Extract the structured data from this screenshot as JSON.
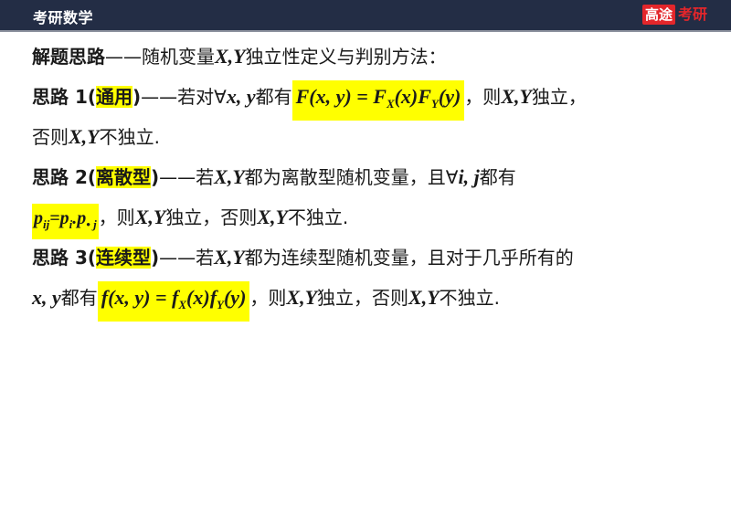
{
  "header": {
    "title": "考研数学",
    "logo_badge": "高途",
    "logo_text": "考研",
    "bg_color": "#232d45",
    "logo_color": "#e3262b"
  },
  "content": {
    "intro": {
      "label": "解题思路",
      "dash": "——",
      "text_pre": "随机变量",
      "vars": "X,Y",
      "text_post": "独立性定义与判别方法："
    },
    "method1": {
      "label": "思路 1(",
      "tag": "通用",
      "close": ")",
      "dash": "——",
      "text1": "若对∀",
      "vars1": "x, y",
      "text2": "都有",
      "formula": "F(x, y) = F",
      "formula_sub1": "X",
      "formula_mid": "(x)F",
      "formula_sub2": "Y",
      "formula_end": "(y)",
      "text3": "，则",
      "vars2": "X,Y",
      "text4": "独立，",
      "line2_pre": "否则",
      "line2_vars": "X,Y",
      "line2_post": "不独立."
    },
    "method2": {
      "label": "思路 2(",
      "tag": "离散型",
      "close": ")",
      "dash": "——",
      "text1": "若",
      "vars1": "X,Y",
      "text2": "都为离散型随机变量，且∀",
      "vars2": "i, j",
      "text3": "都有",
      "formula_p1": "p",
      "formula_sub1": "ij",
      "formula_eq": "=p",
      "formula_sub2": "i",
      "formula_mid": ".p",
      "formula_sub3": "• j",
      "text4": "，则",
      "vars3": "X,Y",
      "text5": "独立，否则",
      "vars4": "X,Y",
      "text6": "不独立."
    },
    "method3": {
      "label": "思路 3(",
      "tag": "连续型",
      "close": ")",
      "dash": "——",
      "text1": "若",
      "vars1": "X,Y",
      "text2": "都为连续型随机变量，且对于几乎所有的",
      "vars2": "x, y",
      "text3": "都有",
      "formula": "f(x, y) = f",
      "formula_sub1": "X",
      "formula_mid": "(x)f",
      "formula_sub2": "Y",
      "formula_end": "(y)",
      "text4": "，则",
      "vars3": "X,Y",
      "text5": "独立，否则",
      "vars4": "X,Y",
      "text6": "不独立."
    },
    "highlight_color": "#ffff00"
  }
}
